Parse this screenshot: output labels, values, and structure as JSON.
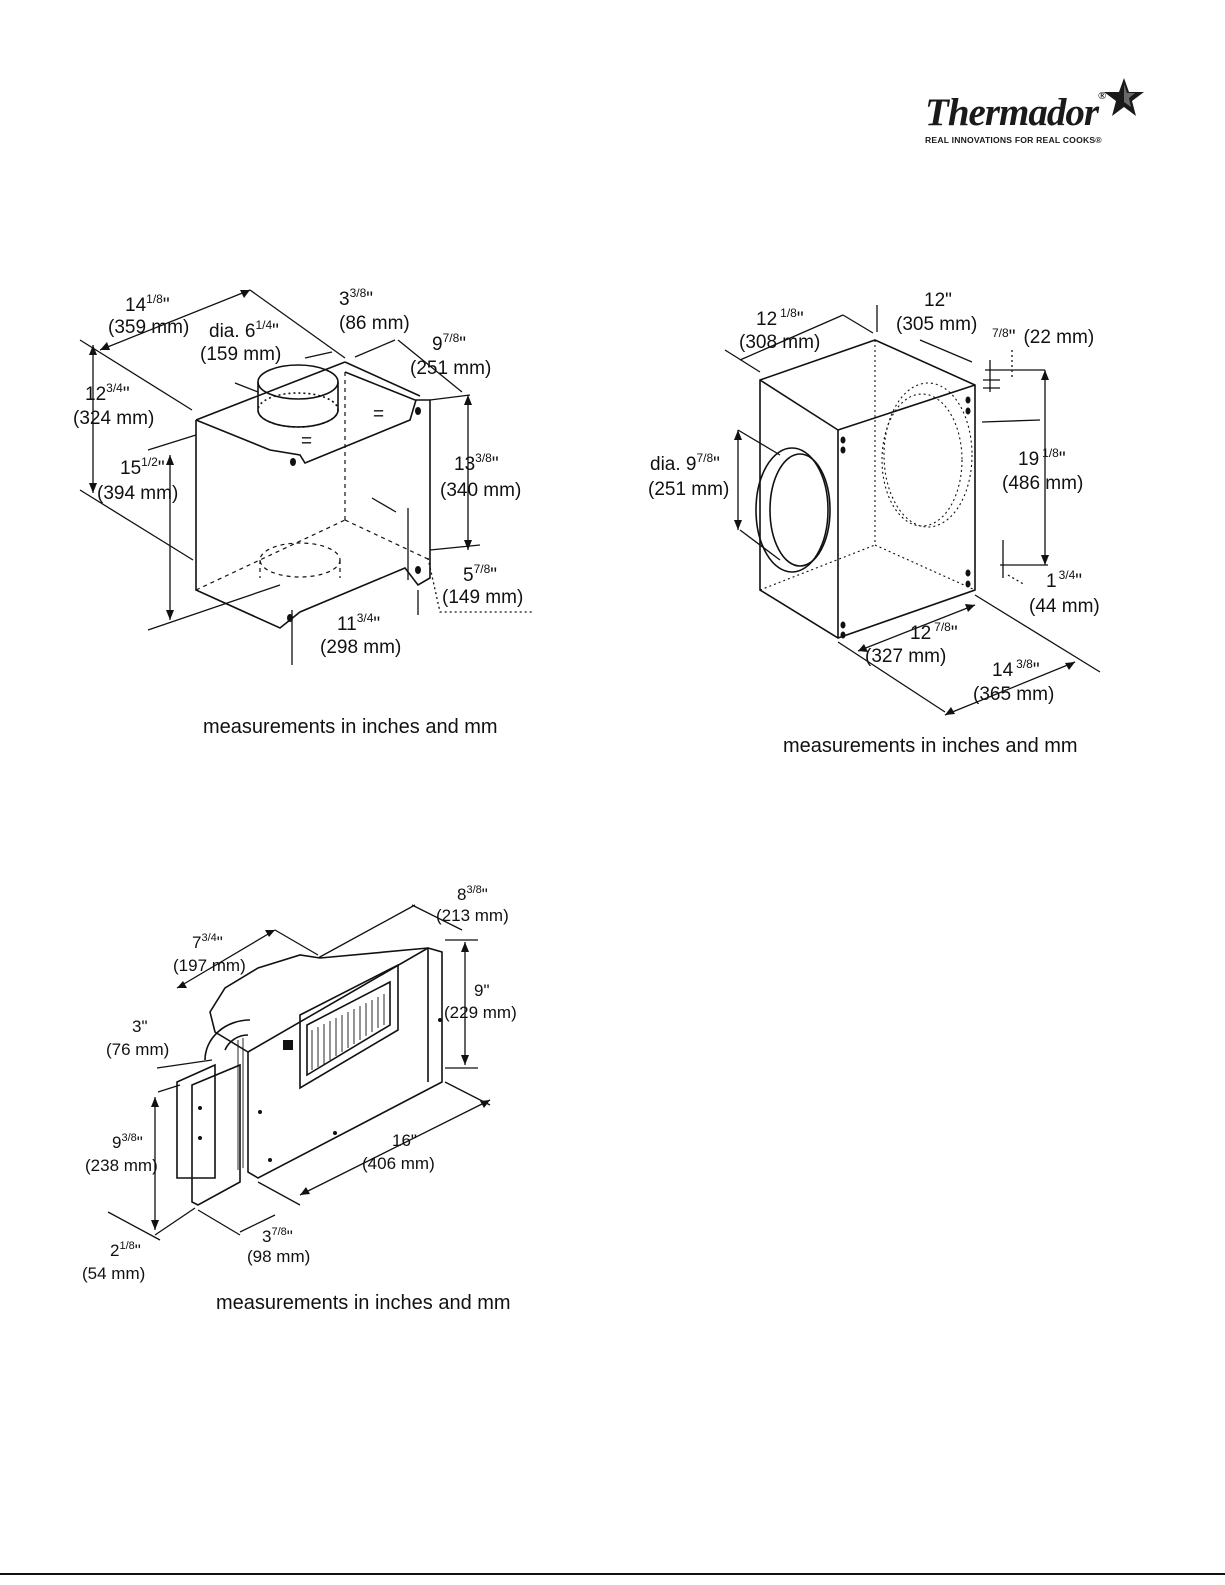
{
  "brand": {
    "name": "Thermador",
    "reg": "®",
    "tagline": "REAL INNOVATIONS FOR REAL COOKS®"
  },
  "figure1": {
    "caption": "measurements in inches and mm",
    "eq": "=",
    "d_width_in": "14",
    "d_width_frac": "1/8",
    "d_width_mm": "(359 mm)",
    "d_dia_in": "dia. 6",
    "d_dia_frac": "1/4",
    "d_dia_mm": "(159 mm)",
    "d_offset_in": "3",
    "d_offset_frac": "3/8",
    "d_offset_mm": "(86 mm)",
    "d_depth_top_in": "9",
    "d_depth_top_frac": "7/8",
    "d_depth_top_mm": "(251 mm)",
    "d_depth_in": "12",
    "d_depth_frac": "3/4",
    "d_depth_mm": "(324 mm)",
    "d_height_in": "15",
    "d_height_frac": "1/2",
    "d_height_mm": "(394 mm)",
    "d_inner_h_in": "13",
    "d_inner_h_frac": "3/8",
    "d_inner_h_mm": "(340 mm)",
    "d_tab_in": "5",
    "d_tab_frac": "7/8",
    "d_tab_mm": "(149 mm)",
    "d_base_in": "11",
    "d_base_frac": "3/4",
    "d_base_mm": "(298 mm)"
  },
  "figure2": {
    "caption": "measurements in inches and mm",
    "d_w_in": "12",
    "d_w_frac": "1/8",
    "d_w_mm": "(308 mm)",
    "d_top_in": "12\"",
    "d_top_mm": "(305 mm)",
    "d_flange_frac": "7/8",
    "d_flange_mm": "(22 mm)",
    "d_dia_in": "dia. 9",
    "d_dia_frac": "7/8",
    "d_dia_mm": "(251 mm)",
    "d_h_in": "19",
    "d_h_frac": "1/8",
    "d_h_mm": "(486 mm)",
    "d_low_in": "1",
    "d_low_frac": "3/4",
    "d_low_mm": "(44 mm)",
    "d_base_in": "12",
    "d_base_frac": "7/8",
    "d_base_mm": "(327 mm)",
    "d_depth_in": "14",
    "d_depth_frac": "3/8",
    "d_depth_mm": "(365 mm)"
  },
  "figure3": {
    "caption": "measurements in inches and mm",
    "d_depth_in": "8",
    "d_depth_frac": "3/8",
    "d_depth_mm": "(213 mm)",
    "d_width_in": "7",
    "d_width_frac": "3/4",
    "d_width_mm": "(197 mm)",
    "d_h_in": "9\"",
    "d_h_mm": "(229 mm)",
    "d_outlet_in": "3\"",
    "d_outlet_mm": "(76 mm)",
    "d_outlet_h_in": "9",
    "d_outlet_h_frac": "3/8",
    "d_outlet_h_mm": "(238 mm)",
    "d_len_in": "16\"",
    "d_len_mm": "(406 mm)",
    "d_off_in": "2",
    "d_off_frac": "1/8",
    "d_off_mm": "(54 mm)",
    "d_off2_in": "3",
    "d_off2_frac": "7/8",
    "d_off2_mm": "(98 mm)"
  }
}
